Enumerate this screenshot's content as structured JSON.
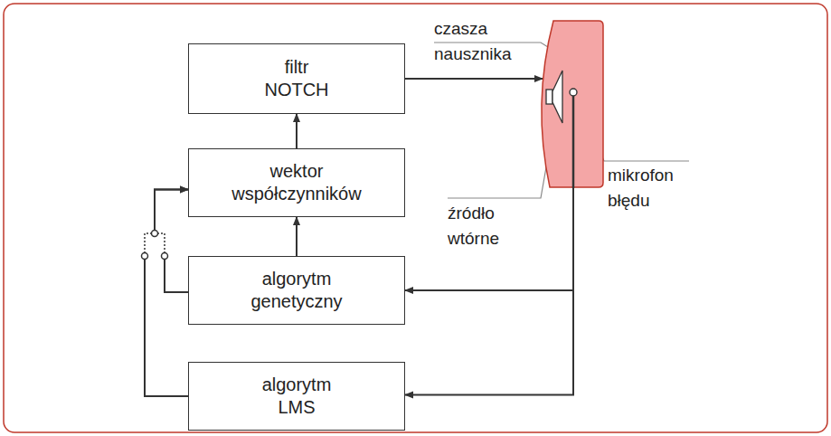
{
  "diagram": {
    "nodes": [
      {
        "text": [
          "filtr NOTCH"
        ]
      },
      {
        "text": [
          "wektor współczynników"
        ]
      },
      {
        "text": [
          "algorytm genetyczny"
        ]
      },
      {
        "text": [
          "algorytm LMS"
        ]
      },
      {
        "text": [
          "czasza nausznika"
        ]
      }
    ],
    "edges": [
      {
        "from": 1,
        "to": 0,
        "arrow": "to"
      },
      {
        "from": 2,
        "to": 1,
        "arrow": "to"
      },
      {
        "from": 2,
        "to": 1,
        "arrow": "to"
      },
      {
        "from": 3,
        "to": 1,
        "arrow": "to"
      },
      {
        "from": 0,
        "to": 4,
        "arrow": "to"
      },
      {
        "from": 4,
        "to": 2,
        "arrow": "to"
      },
      {
        "from": 4,
        "to": 3,
        "arrow": "to"
      }
    ],
    "labels": [
      "źródło wtórne",
      "mikrofon błędu"
    ]
  }
}
